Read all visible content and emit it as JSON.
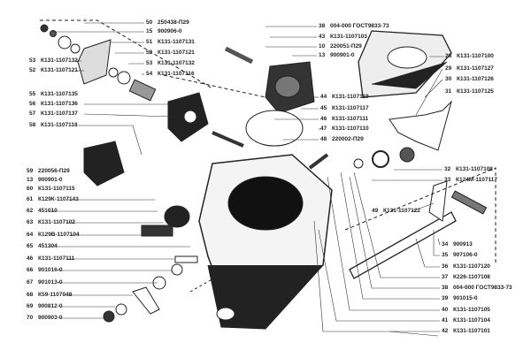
{
  "labels": {
    "top_center": [
      {
        "num": "50",
        "code": "250438-П29"
      },
      {
        "num": "15",
        "code": "900906-0"
      },
      {
        "num": "51",
        "code": "К131-1107131"
      },
      {
        "num": "52",
        "code": "К131-1107121"
      },
      {
        "num": "53",
        "code": "К131-1107132"
      },
      {
        "num": "54",
        "code": "К131-1107116"
      }
    ],
    "left_upper": [
      {
        "num": "53",
        "code": "К131-1107132"
      },
      {
        "num": "52",
        "code": "К131-1107121"
      },
      {
        "num": "55",
        "code": "К131-1107135"
      },
      {
        "num": "56",
        "code": "К131-1107136"
      },
      {
        "num": "57",
        "code": "К131-1107137"
      },
      {
        "num": "58",
        "code": "К131-1107118"
      }
    ],
    "left_lower": [
      {
        "num": "59",
        "code": "220056-П29"
      },
      {
        "num": "13",
        "code": "900901-0"
      },
      {
        "num": "60",
        "code": "К131-1107115"
      },
      {
        "num": "61",
        "code": "К129К-1107143"
      },
      {
        "num": "62",
        "code": "451010"
      },
      {
        "num": "63",
        "code": "К131-1107102"
      },
      {
        "num": "64",
        "code": "К129В-1107104"
      },
      {
        "num": "65",
        "code": "451304"
      },
      {
        "num": "46",
        "code": "К131-1107111"
      },
      {
        "num": "66",
        "code": "901016-0"
      },
      {
        "num": "67",
        "code": "901013-0"
      },
      {
        "num": "68",
        "code": "К59-1107048"
      },
      {
        "num": "69",
        "code": "900812-0"
      },
      {
        "num": "70",
        "code": "900903-0"
      }
    ],
    "mid_top": [
      {
        "num": "38",
        "code": "004-000 ГОСТ9833-73"
      },
      {
        "num": "43",
        "code": "К131-1107103"
      },
      {
        "num": "10",
        "code": "220051-П29"
      },
      {
        "num": "13",
        "code": "900901-0"
      }
    ],
    "mid_center": [
      {
        "num": "44",
        "code": "К131-1107119"
      },
      {
        "num": "45",
        "code": "К131-1107117"
      },
      {
        "num": "46",
        "code": "К131-1107111"
      },
      {
        "num": "47",
        "code": "К131-1107110"
      },
      {
        "num": "48",
        "code": "220002-П29"
      }
    ],
    "right_top": [
      {
        "num": "28",
        "code": "К131-1107100"
      },
      {
        "num": "29",
        "code": "К131-1107127"
      },
      {
        "num": "30",
        "code": "К131-1107126"
      },
      {
        "num": "31",
        "code": "К131-1107125"
      }
    ],
    "right_mid": [
      {
        "num": "32",
        "code": "К131-1107108"
      },
      {
        "num": "33",
        "code": "К124М-1107117"
      }
    ],
    "shaft": {
      "num": "49",
      "code": "К131-1107122"
    },
    "right_bottom": [
      {
        "num": "34",
        "code": "900913"
      },
      {
        "num": "35",
        "code": "907106-0"
      },
      {
        "num": "36",
        "code": "К131-1107120"
      },
      {
        "num": "37",
        "code": "К226-1107108"
      },
      {
        "num": "38",
        "code": "004-000 ГОСТ9833-73"
      },
      {
        "num": "39",
        "code": "901015-0"
      },
      {
        "num": "40",
        "code": "К131-1107105"
      },
      {
        "num": "41",
        "code": "К131-1107104"
      },
      {
        "num": "42",
        "code": "К131-1107101"
      }
    ]
  }
}
